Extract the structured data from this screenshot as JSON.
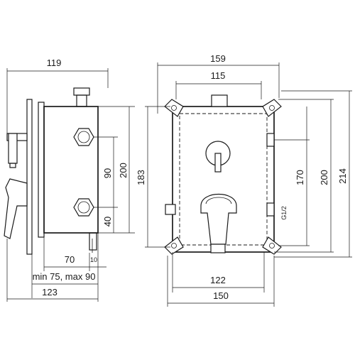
{
  "dimensions": {
    "side": {
      "total_depth": "119",
      "height_200": "200",
      "spacing_90": "90",
      "offset_40": "40",
      "depth_70": "70",
      "gap_10": "10",
      "range": "min 75, max 90",
      "overall_123": "123"
    },
    "front": {
      "overall_width": "159",
      "top_width": "115",
      "left_height": "183",
      "inner_height": "170",
      "height_200": "200",
      "overall_height": "214",
      "bottom_width": "122",
      "base_width": "150",
      "thread": "G1/2"
    }
  }
}
